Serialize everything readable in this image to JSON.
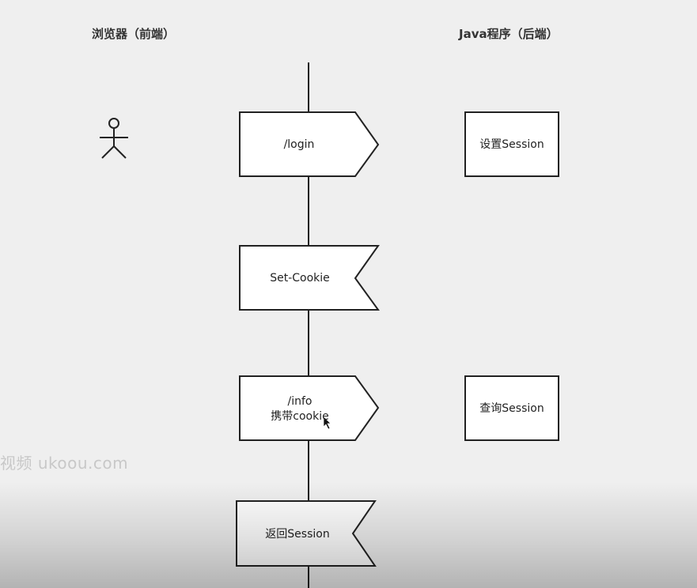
{
  "headings": {
    "browser": "浏览器（前端）",
    "backend": "Java程序（后端）"
  },
  "actor": {
    "icon": "stick-figure-user-icon"
  },
  "flow": {
    "login_request": "/login",
    "set_cookie_response": "Set-Cookie",
    "info_request_line1": "/info",
    "info_request_line2": "携带cookie",
    "return_session_response": "返回Session"
  },
  "backend_actions": {
    "set_session": "设置Session",
    "query_session": "查询Session"
  },
  "watermark": "视频 ukoou.com",
  "cursor": {
    "icon": "mouse-pointer-icon"
  }
}
